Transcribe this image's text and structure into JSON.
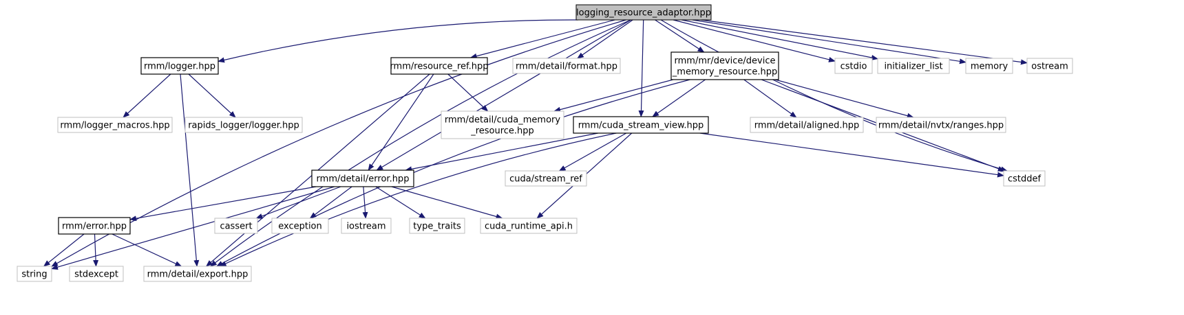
{
  "diagram": {
    "title": "",
    "nodes": [
      {
        "id": "root",
        "lines": [
          "logging_resource_adaptor.hpp"
        ],
        "kind": "root"
      },
      {
        "id": "logger",
        "lines": [
          "rmm/logger.hpp"
        ],
        "kind": "doc"
      },
      {
        "id": "resref",
        "lines": [
          "rmm/resource_ref.hpp"
        ],
        "kind": "doc"
      },
      {
        "id": "format",
        "lines": [
          "rmm/detail/format.hpp"
        ],
        "kind": "ext"
      },
      {
        "id": "dmr",
        "lines": [
          "rmm/mr/device/device",
          "_memory_resource.hpp"
        ],
        "kind": "doc"
      },
      {
        "id": "cstdio",
        "lines": [
          "cstdio"
        ],
        "kind": "ext"
      },
      {
        "id": "initlist",
        "lines": [
          "initializer_list"
        ],
        "kind": "ext"
      },
      {
        "id": "memory",
        "lines": [
          "memory"
        ],
        "kind": "ext"
      },
      {
        "id": "ostream",
        "lines": [
          "ostream"
        ],
        "kind": "ext"
      },
      {
        "id": "logmacros",
        "lines": [
          "rmm/logger_macros.hpp"
        ],
        "kind": "ext"
      },
      {
        "id": "rapidslog",
        "lines": [
          "rapids_logger/logger.hpp"
        ],
        "kind": "ext"
      },
      {
        "id": "cudamr",
        "lines": [
          "rmm/detail/cuda_memory",
          "_resource.hpp"
        ],
        "kind": "ext"
      },
      {
        "id": "csv",
        "lines": [
          "rmm/cuda_stream_view.hpp"
        ],
        "kind": "doc"
      },
      {
        "id": "aligned",
        "lines": [
          "rmm/detail/aligned.hpp"
        ],
        "kind": "ext"
      },
      {
        "id": "nvtx",
        "lines": [
          "rmm/detail/nvtx/ranges.hpp"
        ],
        "kind": "ext"
      },
      {
        "id": "deterror",
        "lines": [
          "rmm/detail/error.hpp"
        ],
        "kind": "doc"
      },
      {
        "id": "streamref",
        "lines": [
          "cuda/stream_ref"
        ],
        "kind": "ext"
      },
      {
        "id": "cstddef",
        "lines": [
          "cstddef"
        ],
        "kind": "ext"
      },
      {
        "id": "rmmerror",
        "lines": [
          "rmm/error.hpp"
        ],
        "kind": "doc"
      },
      {
        "id": "cassert",
        "lines": [
          "cassert"
        ],
        "kind": "ext"
      },
      {
        "id": "exception",
        "lines": [
          "exception"
        ],
        "kind": "ext"
      },
      {
        "id": "iostream",
        "lines": [
          "iostream"
        ],
        "kind": "ext"
      },
      {
        "id": "typetraits",
        "lines": [
          "type_traits"
        ],
        "kind": "ext"
      },
      {
        "id": "cudaruntime",
        "lines": [
          "cuda_runtime_api.h"
        ],
        "kind": "ext"
      },
      {
        "id": "string",
        "lines": [
          "string"
        ],
        "kind": "ext"
      },
      {
        "id": "stdexcept",
        "lines": [
          "stdexcept"
        ],
        "kind": "ext"
      },
      {
        "id": "export",
        "lines": [
          "rmm/detail/export.hpp"
        ],
        "kind": "ext"
      }
    ],
    "edges": [
      [
        "root",
        "string"
      ],
      [
        "root",
        "logger"
      ],
      [
        "root",
        "export"
      ],
      [
        "root",
        "deterror"
      ],
      [
        "root",
        "resref"
      ],
      [
        "root",
        "format"
      ],
      [
        "root",
        "csv"
      ],
      [
        "root",
        "dmr"
      ],
      [
        "root",
        "cstdio"
      ],
      [
        "root",
        "initlist"
      ],
      [
        "root",
        "memory"
      ],
      [
        "root",
        "ostream"
      ],
      [
        "root",
        "cstddef"
      ],
      [
        "logger",
        "logmacros"
      ],
      [
        "logger",
        "rapidslog"
      ],
      [
        "logger",
        "export"
      ],
      [
        "resref",
        "cudamr"
      ],
      [
        "resref",
        "deterror"
      ],
      [
        "resref",
        "export"
      ],
      [
        "dmr",
        "cudamr"
      ],
      [
        "dmr",
        "csv"
      ],
      [
        "dmr",
        "aligned"
      ],
      [
        "dmr",
        "nvtx"
      ],
      [
        "dmr",
        "cstddef"
      ],
      [
        "dmr",
        "export"
      ],
      [
        "csv",
        "deterror"
      ],
      [
        "csv",
        "streamref"
      ],
      [
        "csv",
        "cudaruntime"
      ],
      [
        "csv",
        "cstddef"
      ],
      [
        "csv",
        "export"
      ],
      [
        "deterror",
        "rmmerror"
      ],
      [
        "deterror",
        "string"
      ],
      [
        "deterror",
        "cassert"
      ],
      [
        "deterror",
        "exception"
      ],
      [
        "deterror",
        "iostream"
      ],
      [
        "deterror",
        "typetraits"
      ],
      [
        "deterror",
        "cudaruntime"
      ],
      [
        "rmmerror",
        "string"
      ],
      [
        "rmmerror",
        "stdexcept"
      ],
      [
        "rmmerror",
        "export"
      ]
    ]
  }
}
